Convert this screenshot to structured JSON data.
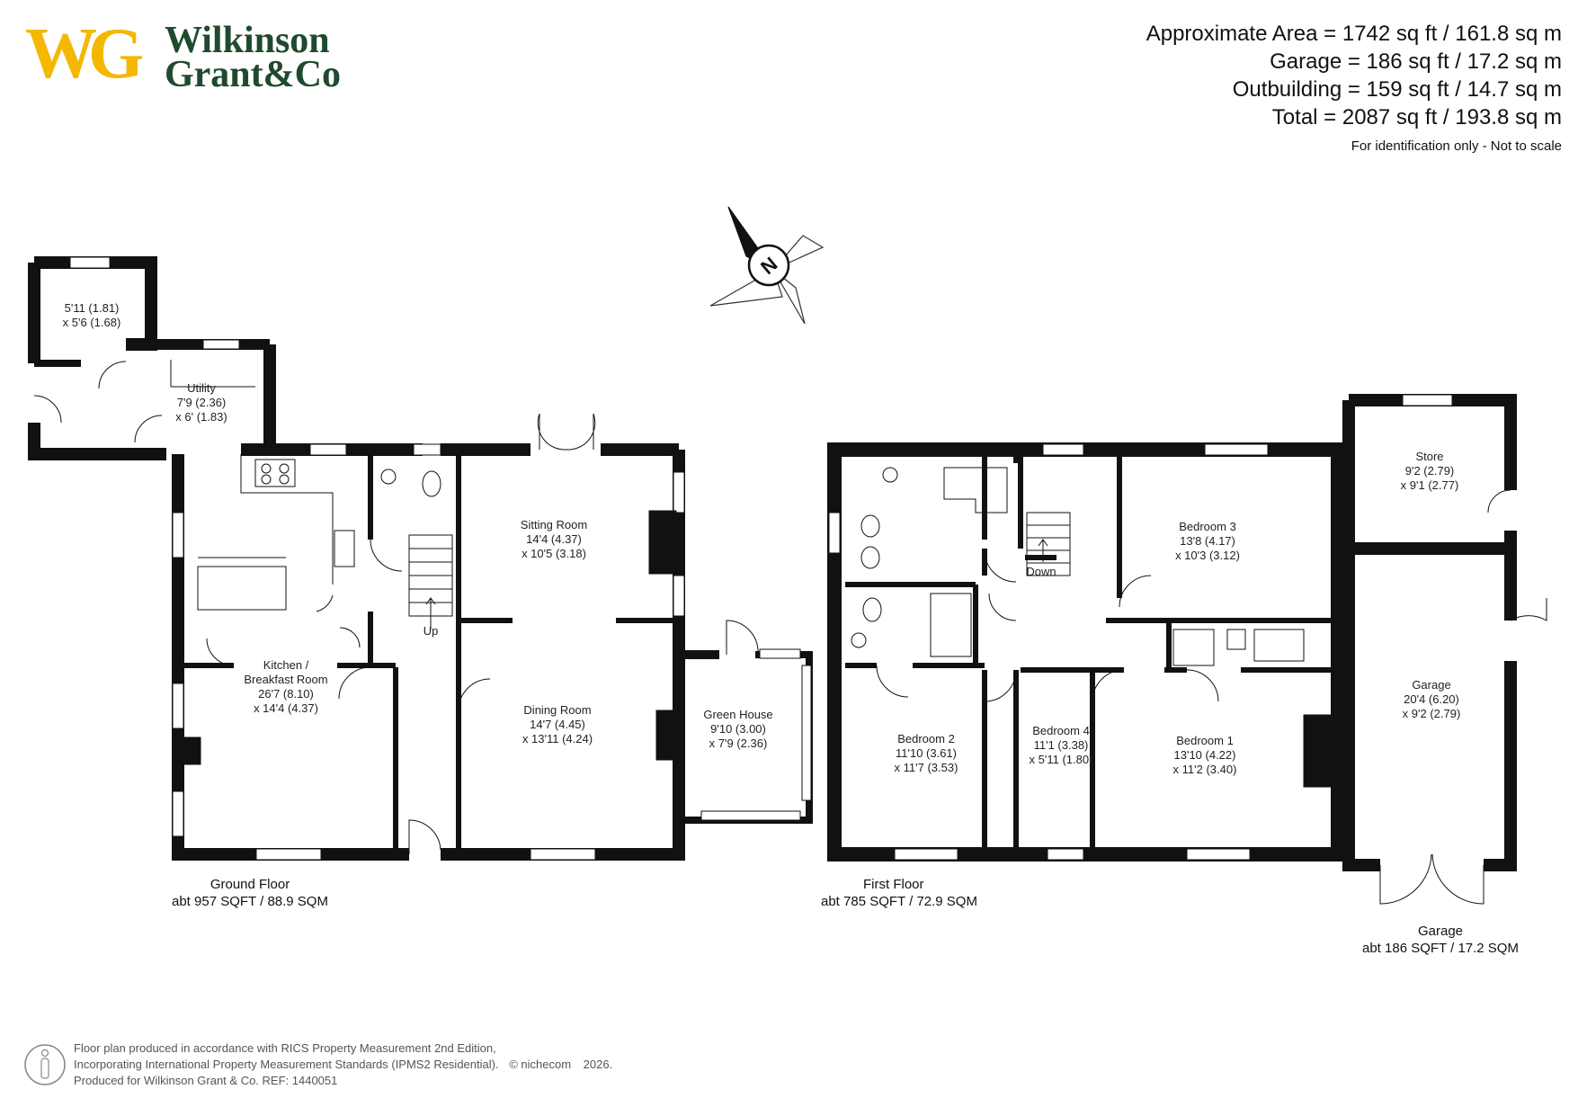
{
  "logo": {
    "monogram": "WG",
    "name_line1": "Wilkinson",
    "name_line2": "Grant",
    "name_amp": "&Co",
    "monogram_color": "#f5b800",
    "name_color": "#1f4a2e"
  },
  "areas": [
    "Approximate Area = 1742 sq ft / 161.8 sq m",
    "Garage = 186 sq ft / 17.2 sq m",
    "Outbuilding = 159 sq ft / 14.7 sq m",
    "Total = 2087 sq ft / 193.8 sq m"
  ],
  "note": "For identification only - Not to scale",
  "compass": {
    "label": "N"
  },
  "rooms": {
    "outbuilding": {
      "line1": "5'11 (1.81)",
      "line2": "x 5'6 (1.68)"
    },
    "utility": {
      "name": "Utility",
      "line1": "7'9 (2.36)",
      "line2": "x 6' (1.83)"
    },
    "kitchen": {
      "name": "Kitchen /",
      "name2": "Breakfast Room",
      "line1": "26'7 (8.10)",
      "line2": "x 14'4 (4.37)"
    },
    "sitting": {
      "name": "Sitting Room",
      "line1": "14'4 (4.37)",
      "line2": "x 10'5 (3.18)"
    },
    "dining": {
      "name": "Dining Room",
      "line1": "14'7 (4.45)",
      "line2": "x 13'11 (4.24)"
    },
    "greenhouse": {
      "name": "Green House",
      "line1": "9'10 (3.00)",
      "line2": "x 7'9 (2.36)"
    },
    "bedroom3": {
      "name": "Bedroom 3",
      "line1": "13'8 (4.17)",
      "line2": "x 10'3 (3.12)"
    },
    "bedroom2": {
      "name": "Bedroom 2",
      "line1": "11'10  (3.61)",
      "line2": "x 11'7 (3.53)"
    },
    "bedroom4": {
      "name": "Bedroom 4",
      "line1": "11'1 (3.38)",
      "line2": "x 5'11 (1.80)"
    },
    "bedroom1": {
      "name": "Bedroom 1",
      "line1": "13'10 (4.22)",
      "line2": "x 11'2 (3.40)"
    },
    "store": {
      "name": "Store",
      "line1": "9'2 (2.79)",
      "line2": "x 9'1 (2.77)"
    },
    "garage": {
      "name": "Garage",
      "line1": "20'4 (6.20)",
      "line2": "x 9'2 (2.79)"
    }
  },
  "stairs": {
    "up": "Up",
    "down": "Down"
  },
  "floors": {
    "ground": {
      "name": "Ground Floor",
      "area": "abt 957 SQFT / 88.9 SQM"
    },
    "first": {
      "name": "First Floor",
      "area": "abt 785 SQFT / 72.9 SQM"
    },
    "garage": {
      "name": "Garage",
      "area": "abt 186 SQFT / 17.2 SQM"
    }
  },
  "footer": {
    "line1": "Floor plan produced in accordance with RICS Property Measurement 2nd Edition,",
    "line2": "Incorporating International Property Measurement Standards (IPMS2 Residential).",
    "copyright": "© nichecom",
    "year": "2026.",
    "line3": "Produced for Wilkinson Grant & Co.   REF:  1440051"
  }
}
